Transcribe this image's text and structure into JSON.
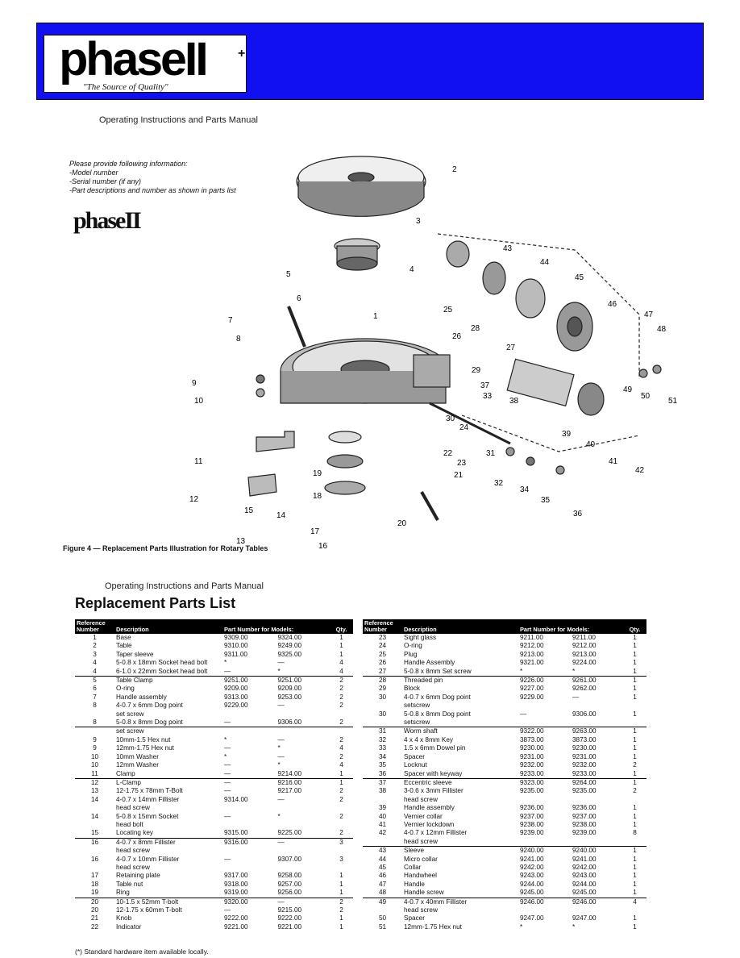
{
  "brand": {
    "logo_text": "phase",
    "logo_numeral": "II",
    "logo_plus": "+",
    "tagline": "\"The Source of Quality\""
  },
  "illustration_page": {
    "header": "Operating Instructions and Parts Manual",
    "info_title": "Please provide following information:",
    "info_items": [
      "-Model number",
      "-Serial number (if any)",
      "-Part descriptions and number as shown in parts list"
    ],
    "logo": "phaseII",
    "caption": "Figure 4 — Replacement Parts Illustration for Rotary Tables",
    "callouts": [
      "1",
      "2",
      "3",
      "4",
      "5",
      "6",
      "7",
      "8",
      "9",
      "10",
      "11",
      "12",
      "13",
      "14",
      "15",
      "16",
      "17",
      "18",
      "19",
      "20",
      "21",
      "22",
      "23",
      "24",
      "25",
      "26",
      "27",
      "28",
      "29",
      "30",
      "31",
      "32",
      "33",
      "34",
      "35",
      "36",
      "37",
      "38",
      "39",
      "40",
      "41",
      "42",
      "43",
      "44",
      "45",
      "46",
      "47",
      "48",
      "49",
      "50",
      "51"
    ]
  },
  "parts_page": {
    "header": "Operating Instructions and Parts Manual",
    "title": "Replacement Parts List",
    "columns": {
      "ref": "Reference Number",
      "desc": "Description",
      "models": "Part Number for Models:",
      "qty": "Qty."
    },
    "left": [
      {
        "ref": "1",
        "desc": "Base",
        "a": "9309.00",
        "b": "9324.00",
        "qty": "1"
      },
      {
        "ref": "2",
        "desc": "Table",
        "a": "9310.00",
        "b": "9249.00",
        "qty": "1"
      },
      {
        "ref": "3",
        "desc": "Taper sleeve",
        "a": "9311.00",
        "b": "9325.00",
        "qty": "1"
      },
      {
        "ref": "4",
        "desc": "5-0.8 x 18mm Socket head bolt",
        "a": "*",
        "b": "—",
        "qty": "4"
      },
      {
        "ref": "4",
        "desc": "6-1.0 x 22mm Socket head bolt",
        "a": "—",
        "b": "*",
        "qty": "4"
      },
      {
        "ref": "5",
        "desc": "Table Clamp",
        "a": "9251.00",
        "b": "9251.00",
        "qty": "2",
        "rule": true
      },
      {
        "ref": "6",
        "desc": "O-ring",
        "a": "9209.00",
        "b": "9209.00",
        "qty": "2"
      },
      {
        "ref": "7",
        "desc": "Handle assembly",
        "a": "9313.00",
        "b": "9253.00",
        "qty": "2"
      },
      {
        "ref": "8",
        "desc": "4-0.7 x 6mm Dog point",
        "a": "9229.00",
        "b": "—",
        "qty": "2"
      },
      {
        "ref": "",
        "desc": "set screw",
        "a": "",
        "b": "",
        "qty": ""
      },
      {
        "ref": "8",
        "desc": "5-0.8 x 8mm Dog point",
        "a": "—",
        "b": "9306.00",
        "qty": "2"
      },
      {
        "ref": "",
        "desc": "set screw",
        "a": "",
        "b": "",
        "qty": "",
        "rule": true
      },
      {
        "ref": "9",
        "desc": "10mm-1.5 Hex nut",
        "a": "*",
        "b": "—",
        "qty": "2"
      },
      {
        "ref": "9",
        "desc": "12mm-1.75 Hex nut",
        "a": "—",
        "b": "*",
        "qty": "4"
      },
      {
        "ref": "10",
        "desc": "10mm Washer",
        "a": "*",
        "b": "—",
        "qty": "2"
      },
      {
        "ref": "10",
        "desc": "12mm Washer",
        "a": "—",
        "b": "*",
        "qty": "4"
      },
      {
        "ref": "11",
        "desc": "Clamp",
        "a": "—",
        "b": "9214.00",
        "qty": "1"
      },
      {
        "ref": "12",
        "desc": "L-Clamp",
        "a": "—",
        "b": "9216.00",
        "qty": "1",
        "rule": true
      },
      {
        "ref": "13",
        "desc": "12-1.75 x 78mm T-Bolt",
        "a": "—",
        "b": "9217.00",
        "qty": "2"
      },
      {
        "ref": "14",
        "desc": "4-0.7 x 14mm Fillister",
        "a": "9314.00",
        "b": "—",
        "qty": "2"
      },
      {
        "ref": "",
        "desc": "head screw",
        "a": "",
        "b": "",
        "qty": ""
      },
      {
        "ref": "14",
        "desc": "5-0.8 x 15mm Socket",
        "a": "—",
        "b": "*",
        "qty": "2"
      },
      {
        "ref": "",
        "desc": "head bolt",
        "a": "",
        "b": "",
        "qty": ""
      },
      {
        "ref": "15",
        "desc": "Locating key",
        "a": "9315.00",
        "b": "9225.00",
        "qty": "2"
      },
      {
        "ref": "16",
        "desc": "4-0.7 x 8mm Fillister",
        "a": "9316.00",
        "b": "—",
        "qty": "3",
        "rule": true
      },
      {
        "ref": "",
        "desc": "head screw",
        "a": "",
        "b": "",
        "qty": ""
      },
      {
        "ref": "16",
        "desc": "4-0.7 x 10mm Fillister",
        "a": "—",
        "b": "9307.00",
        "qty": "3"
      },
      {
        "ref": "",
        "desc": "head screw",
        "a": "",
        "b": "",
        "qty": ""
      },
      {
        "ref": "17",
        "desc": "Retaining plate",
        "a": "9317.00",
        "b": "9258.00",
        "qty": "1"
      },
      {
        "ref": "18",
        "desc": "Table nut",
        "a": "9318.00",
        "b": "9257.00",
        "qty": "1"
      },
      {
        "ref": "19",
        "desc": "Ring",
        "a": "9319.00",
        "b": "9256.00",
        "qty": "1"
      },
      {
        "ref": "20",
        "desc": "10-1.5 x 52mm T-bolt",
        "a": "9320.00",
        "b": "—",
        "qty": "2",
        "rule": true
      },
      {
        "ref": "20",
        "desc": "12-1.75 x 60mm T-bolt",
        "a": "—",
        "b": "9215.00",
        "qty": "2"
      },
      {
        "ref": "21",
        "desc": "Knob",
        "a": "9222.00",
        "b": "9222.00",
        "qty": "1"
      },
      {
        "ref": "22",
        "desc": "Indicator",
        "a": "9221.00",
        "b": "9221.00",
        "qty": "1"
      }
    ],
    "right": [
      {
        "ref": "23",
        "desc": "Sight glass",
        "a": "9211.00",
        "b": "9211.00",
        "qty": "1"
      },
      {
        "ref": "24",
        "desc": "O-ring",
        "a": "9212.00",
        "b": "9212.00",
        "qty": "1"
      },
      {
        "ref": "25",
        "desc": "Plug",
        "a": "9213.00",
        "b": "9213.00",
        "qty": "1"
      },
      {
        "ref": "26",
        "desc": "Handle Assembly",
        "a": "9321.00",
        "b": "9224.00",
        "qty": "1"
      },
      {
        "ref": "27",
        "desc": "5-0.8 x 8mm Set screw",
        "a": "*",
        "b": "*",
        "qty": "1"
      },
      {
        "ref": "28",
        "desc": "Threaded pin",
        "a": "9226.00",
        "b": "9261.00",
        "qty": "1",
        "rule": true
      },
      {
        "ref": "29",
        "desc": "Block",
        "a": "9227.00",
        "b": "9262.00",
        "qty": "1"
      },
      {
        "ref": "30",
        "desc": "4-0.7 x 6mm Dog point",
        "a": "9229.00",
        "b": "—",
        "qty": "1"
      },
      {
        "ref": "",
        "desc": "setscrew",
        "a": "",
        "b": "",
        "qty": ""
      },
      {
        "ref": "30",
        "desc": "5-0.8 x 8mm Dog point",
        "a": "—",
        "b": "9306.00",
        "qty": "1"
      },
      {
        "ref": "",
        "desc": "setscrew",
        "a": "",
        "b": "",
        "qty": ""
      },
      {
        "ref": "31",
        "desc": "Worm shaft",
        "a": "9322.00",
        "b": "9263.00",
        "qty": "1",
        "rule": true
      },
      {
        "ref": "32",
        "desc": "4 x 4 x 8mm Key",
        "a": "3873.00",
        "b": "3873.00",
        "qty": "1"
      },
      {
        "ref": "33",
        "desc": "1.5 x 6mm Dowel pin",
        "a": "9230.00",
        "b": "9230.00",
        "qty": "1"
      },
      {
        "ref": "34",
        "desc": "Spacer",
        "a": "9231.00",
        "b": "9231.00",
        "qty": "1"
      },
      {
        "ref": "35",
        "desc": "Locknut",
        "a": "9232.00",
        "b": "9232.00",
        "qty": "2"
      },
      {
        "ref": "36",
        "desc": "Spacer with keyway",
        "a": "9233.00",
        "b": "9233.00",
        "qty": "1"
      },
      {
        "ref": "37",
        "desc": "Eccentric sleeve",
        "a": "9323.00",
        "b": "9264.00",
        "qty": "1",
        "rule": true
      },
      {
        "ref": "38",
        "desc": "3-0.6 x 3mm Fillister",
        "a": "9235.00",
        "b": "9235.00",
        "qty": "2"
      },
      {
        "ref": "",
        "desc": "head screw",
        "a": "",
        "b": "",
        "qty": ""
      },
      {
        "ref": "39",
        "desc": "Handle assembly",
        "a": "9236.00",
        "b": "9236.00",
        "qty": "1"
      },
      {
        "ref": "40",
        "desc": "Vernier collar",
        "a": "9237.00",
        "b": "9237.00",
        "qty": "1"
      },
      {
        "ref": "41",
        "desc": "Vernier lockdown",
        "a": "9238.00",
        "b": "9238.00",
        "qty": "1"
      },
      {
        "ref": "42",
        "desc": "4-0.7 x 12mm Fillister",
        "a": "9239.00",
        "b": "9239.00",
        "qty": "8"
      },
      {
        "ref": "",
        "desc": "head screw",
        "a": "",
        "b": "",
        "qty": ""
      },
      {
        "ref": "43",
        "desc": "Sleeve",
        "a": "9240.00",
        "b": "9240.00",
        "qty": "1",
        "rule": true
      },
      {
        "ref": "44",
        "desc": "Micro collar",
        "a": "9241.00",
        "b": "9241.00",
        "qty": "1"
      },
      {
        "ref": "45",
        "desc": "Collar",
        "a": "9242.00",
        "b": "9242.00",
        "qty": "1"
      },
      {
        "ref": "46",
        "desc": "Handwheel",
        "a": "9243.00",
        "b": "9243.00",
        "qty": "1"
      },
      {
        "ref": "47",
        "desc": "Handle",
        "a": "9244.00",
        "b": "9244.00",
        "qty": "1"
      },
      {
        "ref": "48",
        "desc": "Handle screw",
        "a": "9245.00",
        "b": "9245.00",
        "qty": "1"
      },
      {
        "ref": "49",
        "desc": "4-0.7 x 40mm Fillister",
        "a": "9246.00",
        "b": "9246.00",
        "qty": "4",
        "rule": true
      },
      {
        "ref": "",
        "desc": "head screw",
        "a": "",
        "b": "",
        "qty": ""
      },
      {
        "ref": "50",
        "desc": "Spacer",
        "a": "9247.00",
        "b": "9247.00",
        "qty": "1"
      },
      {
        "ref": "51",
        "desc": "12mm-1.75 Hex nut",
        "a": "*",
        "b": "*",
        "qty": "1"
      }
    ],
    "footnote": "(*) Standard hardware item available locally."
  },
  "colors": {
    "banner": "#1010f0",
    "header_fill": "#000000"
  }
}
